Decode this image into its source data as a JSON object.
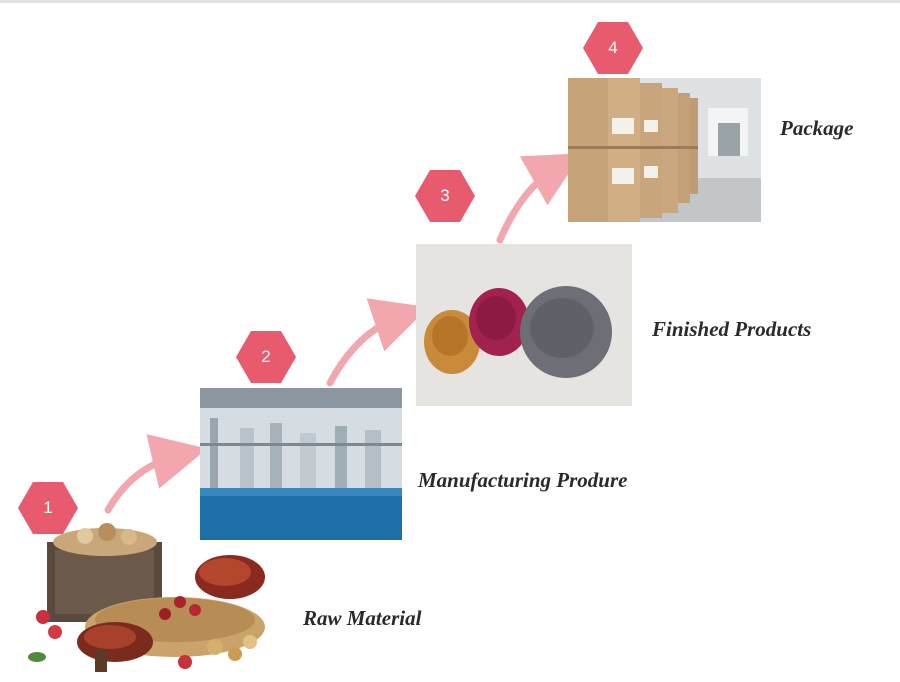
{
  "steps": [
    {
      "number": "1",
      "label": "Raw Material"
    },
    {
      "number": "2",
      "label": "Manufacturing Produre"
    },
    {
      "number": "3",
      "label": "Finished Products"
    },
    {
      "number": "4",
      "label": "Package"
    }
  ],
  "colors": {
    "hexagon": "#e85a6e",
    "arrow": "#f2a7ae",
    "label_text": "#2a2a2a",
    "powder_orange": "#c98a3a",
    "powder_magenta": "#a1224f",
    "powder_gray": "#6e6f76",
    "factory_floor": "#1d6fa8"
  },
  "icons": [
    "raw-herbs-photo",
    "factory-photo",
    "powder-photo",
    "warehouse-photo"
  ]
}
